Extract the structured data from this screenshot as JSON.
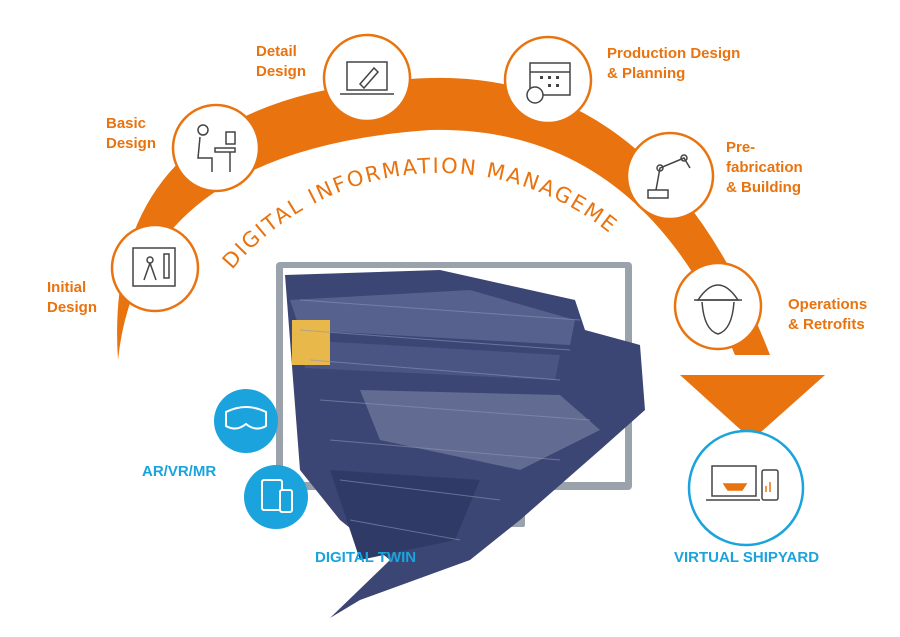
{
  "colors": {
    "orange": "#e8730f",
    "blue": "#1aa3dd",
    "monitor": "#98a0aa",
    "hull": "#3a4572"
  },
  "arc_text": "DIGITAL INFORMATION MANAGEMENT",
  "stages": [
    {
      "label": "Initial\nDesign",
      "icon": "blueprint-compass-icon"
    },
    {
      "label": "Basic\nDesign",
      "icon": "designer-at-desk-icon"
    },
    {
      "label": "Detail\nDesign",
      "icon": "laptop-pencil-icon"
    },
    {
      "label": "Production Design\n& Planning",
      "icon": "calendar-clock-icon"
    },
    {
      "label": "Pre-\nfabrication\n& Building",
      "icon": "robot-arm-icon"
    },
    {
      "label": "Operations\n& Retrofits",
      "icon": "hard-hat-worker-icon"
    }
  ],
  "ar_vr_mr": {
    "label": "AR/VR/MR",
    "icons": [
      "vr-headset-icon",
      "tablet-phone-icon"
    ]
  },
  "digital_twin": {
    "label": "DIGITAL TWIN",
    "icon": "ship-model-monitor-icon"
  },
  "virtual_shipyard": {
    "label": "VIRTUAL SHIPYARD",
    "icon": "laptop-ship-phone-icon"
  }
}
